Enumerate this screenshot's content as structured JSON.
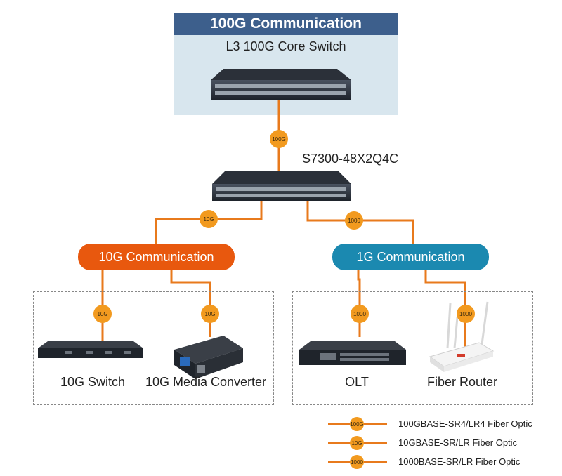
{
  "core": {
    "header": "100G Communication",
    "label": "L3 100G Core Switch"
  },
  "aggregation": {
    "label": "S7300-48X2Q4C"
  },
  "groups": {
    "ten_g": "10G Communication",
    "one_g": "1G Communication"
  },
  "devices": {
    "switch_10g": "10G Switch",
    "media_converter": "10G Media Converter",
    "olt": "OLT",
    "fiber_router": "Fiber Router"
  },
  "badges": {
    "core_link": "100G",
    "agg_left": "10G",
    "agg_right": "1000",
    "switch_10g": "10G",
    "media_converter": "10G",
    "olt": "1000",
    "fiber_router": "1000"
  },
  "legend": [
    {
      "badge": "100G",
      "label": "100GBASE-SR4/LR4 Fiber Optic"
    },
    {
      "badge": "10G",
      "label": "10GBASE-SR/LR Fiber Optic"
    },
    {
      "badge": "1000",
      "label": "1000BASE-SR/LR Fiber Optic"
    }
  ],
  "colors": {
    "link": "#e87a1c",
    "badge": "#f29a1f",
    "header_bg": "#3d5f8c",
    "panel_bg": "#d8e6ee",
    "ten_g": "#e8580e",
    "one_g": "#1b89b0"
  }
}
